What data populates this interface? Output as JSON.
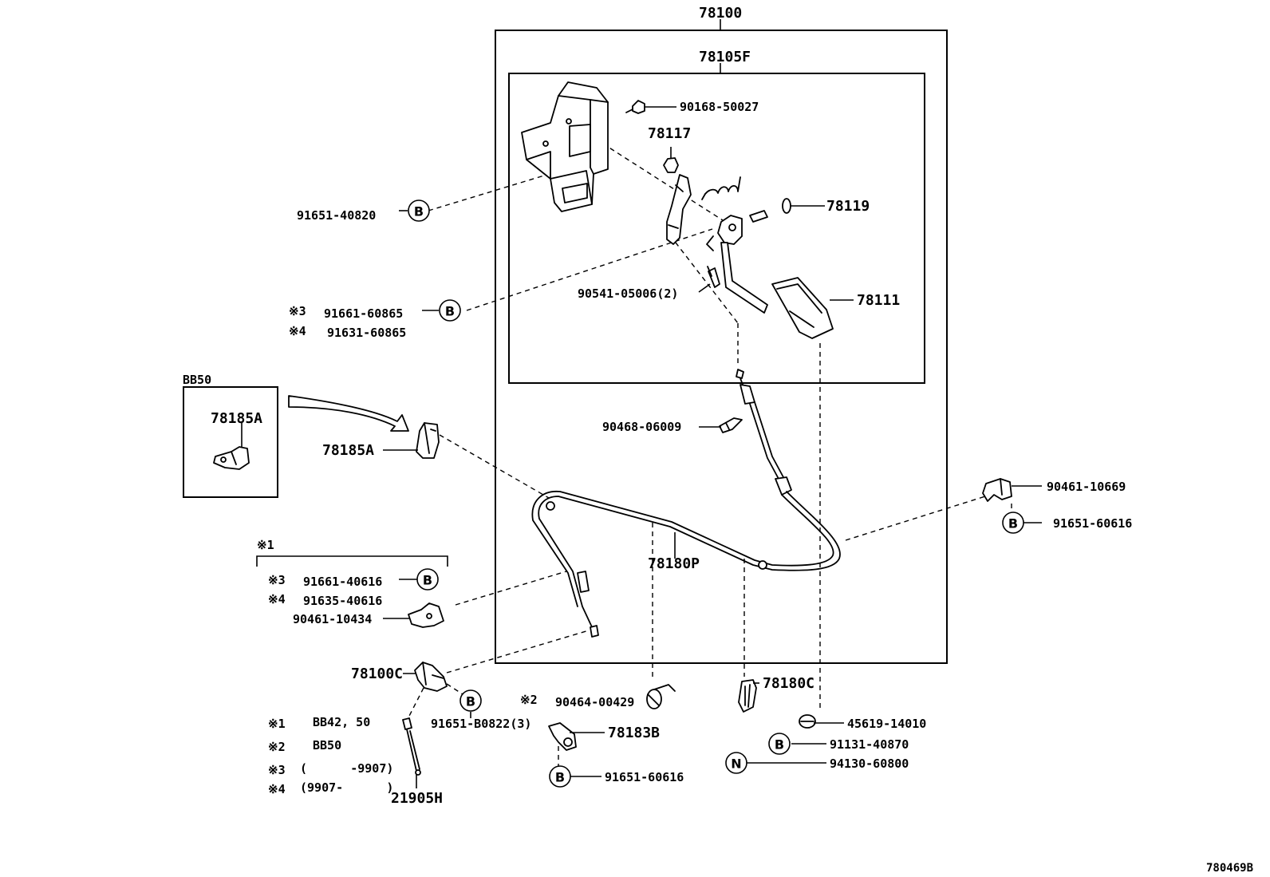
{
  "labels": {
    "assy": "78100",
    "pedal_sub": "78105F",
    "bolt_top": "90168-50027",
    "bush": "78117",
    "washer": "78119",
    "bolt_left": "91651-40820",
    "n3_a": "※3",
    "bolt_s3": "91661-60865",
    "n4_a": "※4",
    "bolt_s4": "91631-60865",
    "pin": "90541-05006(2)",
    "pad": "78111",
    "bb50_box": "BB50",
    "clamp_inset": "78185A",
    "clamp": "78185A",
    "clip_cable": "90468-06009",
    "clamp_right": "90461-10669",
    "bolt_right": "91651-60616",
    "cable": "78180P",
    "n1_group": "※1",
    "n3_b": "※3",
    "bolt_g3": "91661-40616",
    "n4_b": "※4",
    "bolt_g4": "91635-40616",
    "clamp_left": "90461-10434",
    "bracket": "78100C",
    "bolt_b822": "91651-B0822(3)",
    "n2": "※2",
    "band": "90464-00429",
    "retainer": "78183B",
    "bolt_bottom": "91651-60616",
    "grommet": "78180C",
    "stopper": "45619-14010",
    "bolt_b870": "91131-40870",
    "nut": "94130-60800",
    "rod": "21905H",
    "figure_no": "780469B"
  },
  "markers": {
    "b": "B",
    "n": "N"
  },
  "notes": [
    {
      "mark": "※1",
      "text": "BB42, 50"
    },
    {
      "mark": "※2",
      "text": "BB50"
    },
    {
      "mark": "※3",
      "text": "(      -9907)"
    },
    {
      "mark": "※4",
      "text": "(9907-      )"
    }
  ]
}
